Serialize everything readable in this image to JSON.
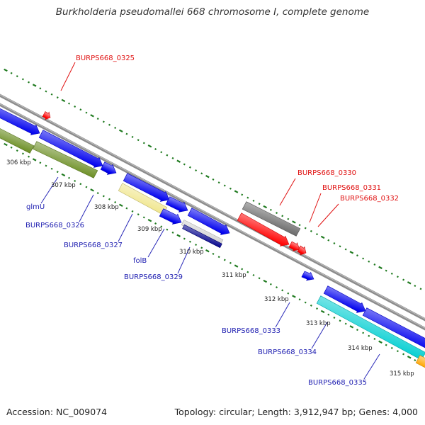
{
  "title": "Burkholderia pseudomallei 668 chromosome I, complete genome",
  "accession": "Accession: NC_009074",
  "summary": "Topology: circular; Length: 3,912,947 bp; Genes: 4,000",
  "colors": {
    "backbone": "#8c8c8c",
    "ticks": "#1f7a1f",
    "gene_label": "#1c1cb0",
    "highlight_label": "#e01010",
    "leader_blue": "#2a2ab8",
    "leader_red": "#e01010"
  },
  "kbp_labels": [
    "306 kbp",
    "307 kbp",
    "308 kbp",
    "309 kbp",
    "310 kbp",
    "311 kbp",
    "312 kbp",
    "313 kbp",
    "314 kbp",
    "315 kbp"
  ],
  "gene_labels": [
    {
      "id": "glmU",
      "text": "glmU",
      "highlight": false
    },
    {
      "id": "burps668-0326",
      "text": "BURPS668_0326",
      "highlight": false
    },
    {
      "id": "burps668-0327",
      "text": "BURPS668_0327",
      "highlight": false
    },
    {
      "id": "folb",
      "text": "folB",
      "highlight": false
    },
    {
      "id": "burps668-0329",
      "text": "BURPS668_0329",
      "highlight": false
    },
    {
      "id": "burps668-0333",
      "text": "BURPS668_0333",
      "highlight": false
    },
    {
      "id": "burps668-0334",
      "text": "BURPS668_0334",
      "highlight": false
    },
    {
      "id": "burps668-0335",
      "text": "BURPS668_0335",
      "highlight": false
    },
    {
      "id": "burps668-0325",
      "text": "BURPS668_0325",
      "highlight": true
    },
    {
      "id": "burps668-0330",
      "text": "BURPS668_0330",
      "highlight": true
    },
    {
      "id": "burps668-0331",
      "text": "BURPS668_0331",
      "highlight": true
    },
    {
      "id": "burps668-0332",
      "text": "BURPS668_0332",
      "highlight": true
    }
  ],
  "features": [
    {
      "id": "f-a",
      "color": "#0000ee"
    },
    {
      "id": "f-b",
      "color": "#6b8e23"
    },
    {
      "id": "f-c",
      "color": "#0000ee"
    },
    {
      "id": "f-d",
      "color": "#6b8e23"
    },
    {
      "id": "f-e",
      "color": "#0000ee"
    },
    {
      "id": "f-f",
      "color": "#0000ee"
    },
    {
      "id": "f-g",
      "color": "#f0e68c"
    },
    {
      "id": "f-h",
      "color": "#0000ee"
    },
    {
      "id": "f-i",
      "color": "#0000ee"
    },
    {
      "id": "f-j",
      "color": "#0000ee"
    },
    {
      "id": "f-k",
      "color": "#d3d3d3"
    },
    {
      "id": "f-l",
      "color": "#00008b"
    },
    {
      "id": "f-m",
      "color": "#ff0000"
    },
    {
      "id": "f-n",
      "color": "#696969"
    },
    {
      "id": "f-o",
      "color": "#ff0000"
    },
    {
      "id": "f-p",
      "color": "#ff0000"
    },
    {
      "id": "f-q",
      "color": "#ff0000"
    },
    {
      "id": "f-r",
      "color": "#0000ee"
    },
    {
      "id": "f-s",
      "color": "#0000ee"
    },
    {
      "id": "f-t",
      "color": "#00ced1"
    },
    {
      "id": "f-u",
      "color": "#0000ee"
    },
    {
      "id": "f-v",
      "color": "#ffa500"
    }
  ]
}
